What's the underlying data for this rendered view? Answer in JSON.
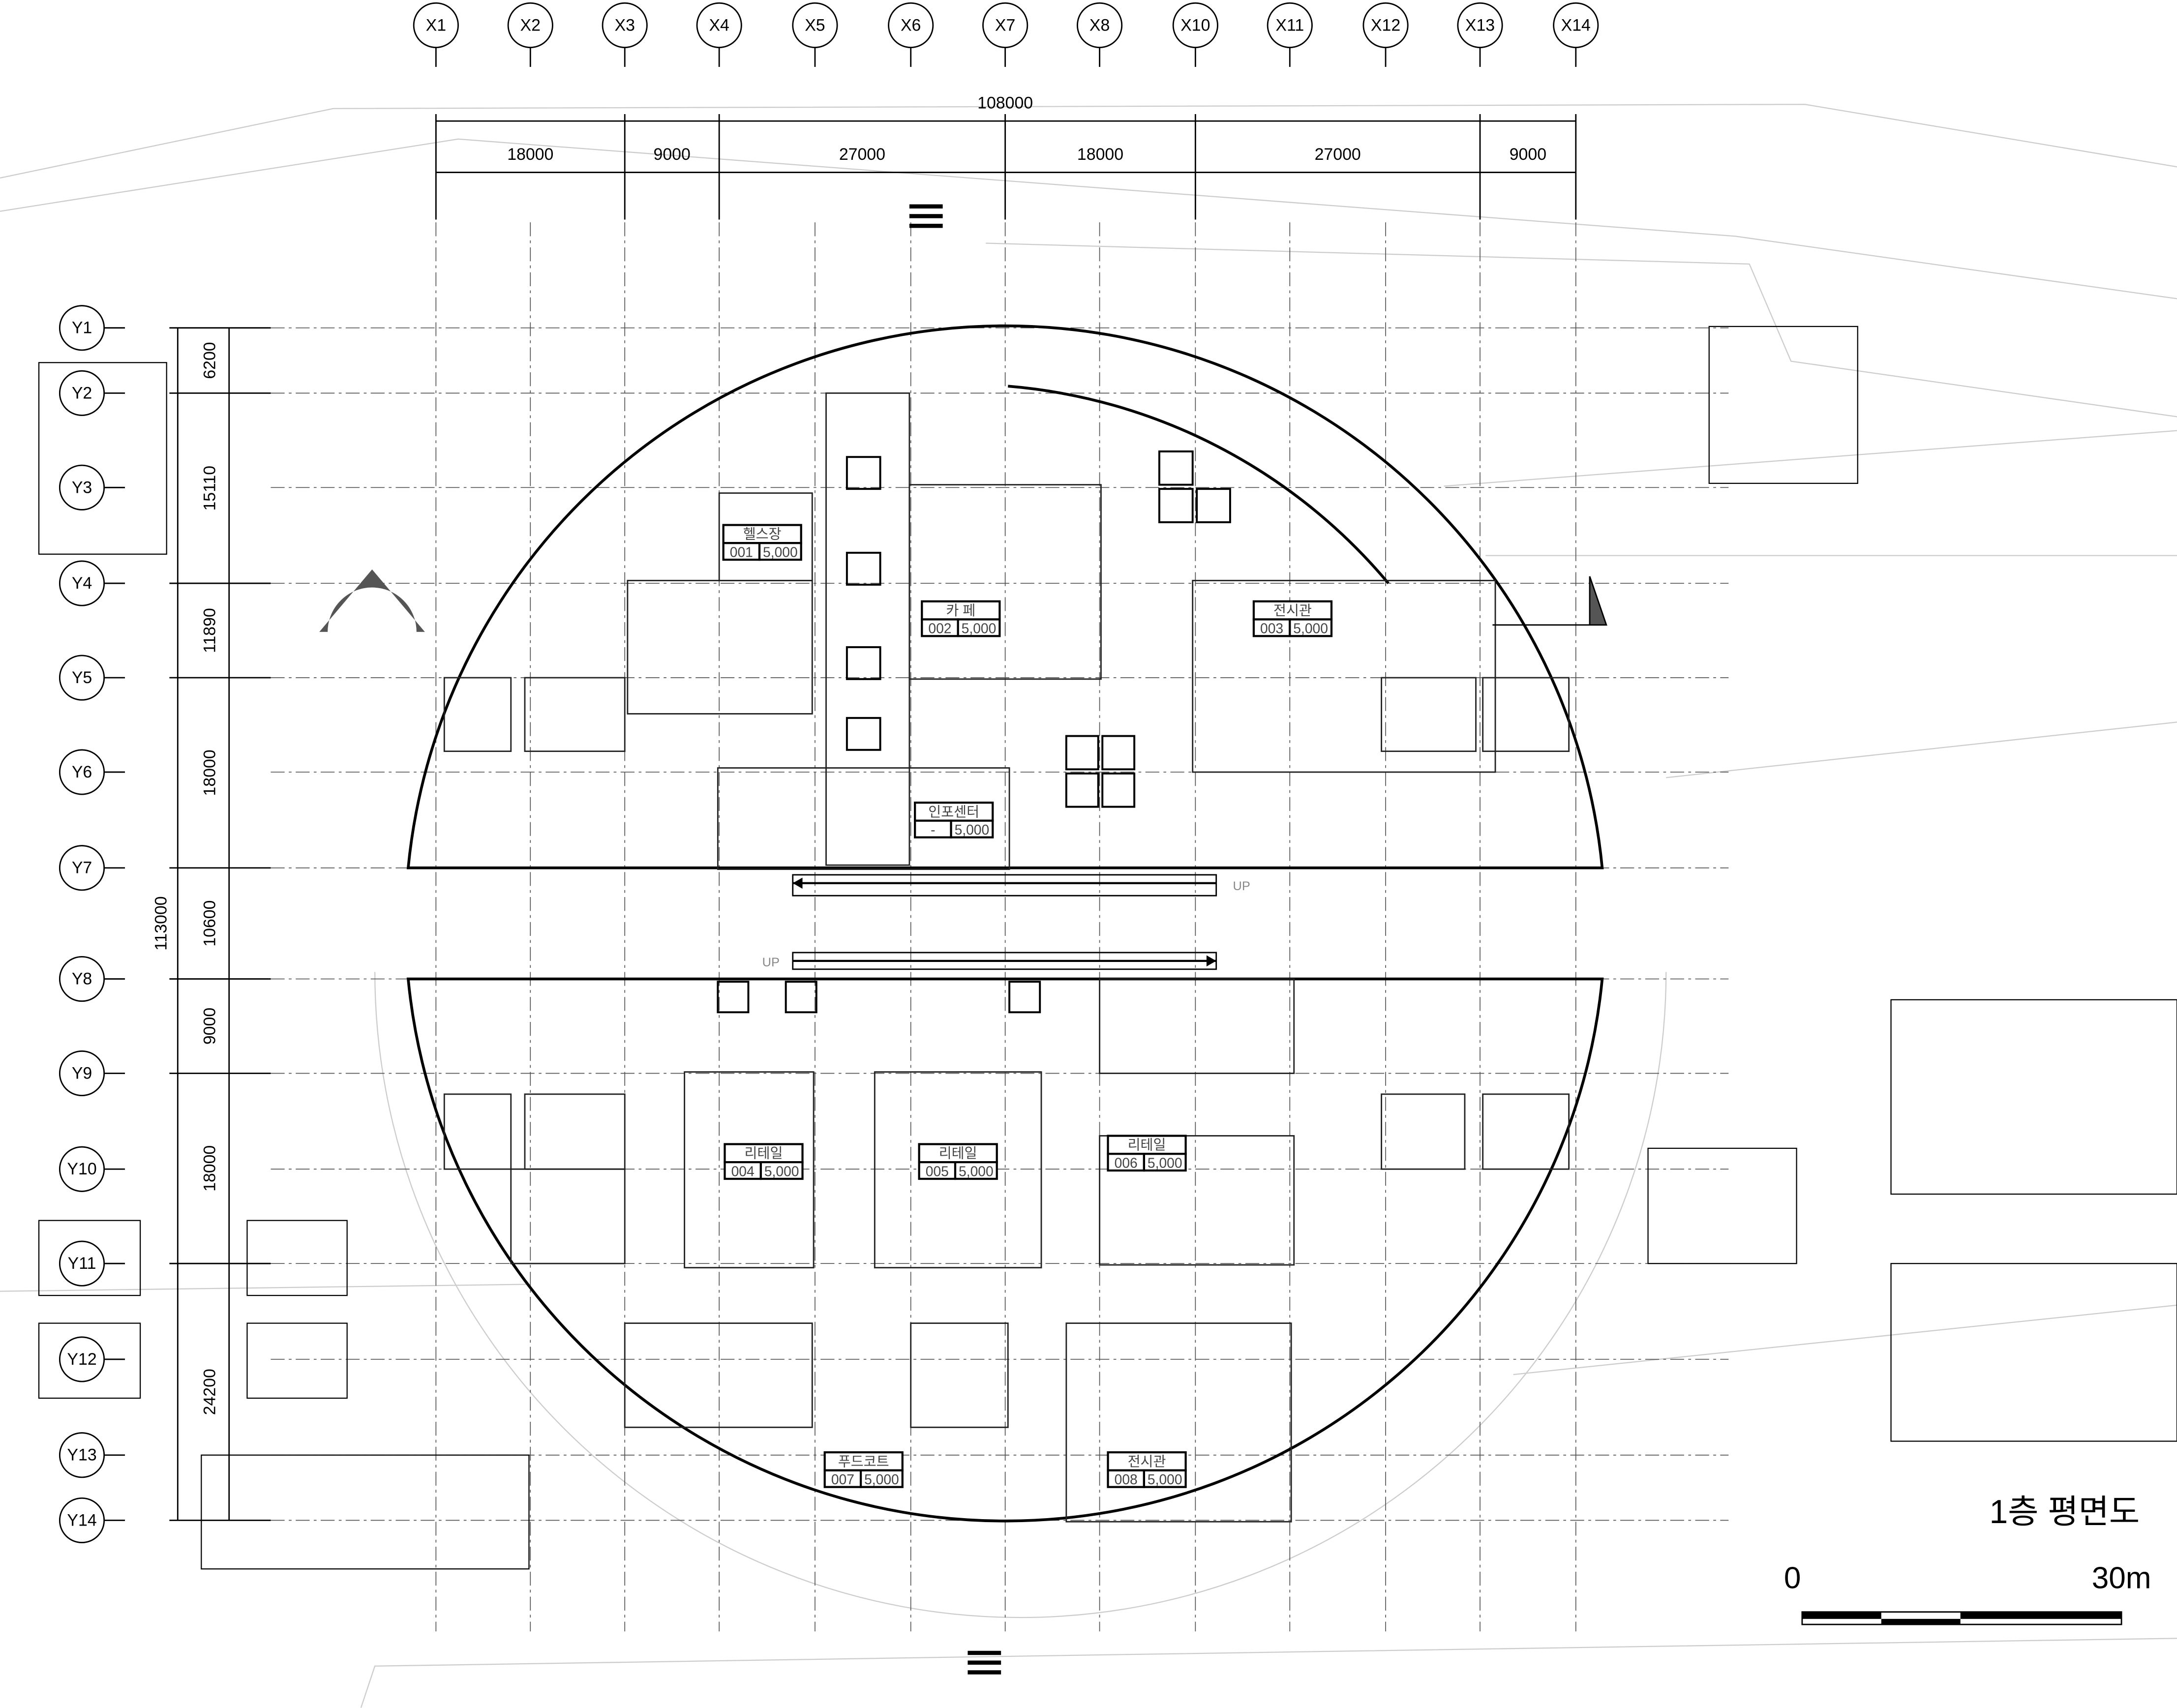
{
  "title": "1층 평면도",
  "scale_bar": {
    "start": "0",
    "end": "30m"
  },
  "grid_x": [
    "X1",
    "X2",
    "X3",
    "X4",
    "X5",
    "X6",
    "X7",
    "X8",
    "X10",
    "X11",
    "X12",
    "X13",
    "X14"
  ],
  "grid_y": [
    "Y1",
    "Y2",
    "Y3",
    "Y4",
    "Y5",
    "Y6",
    "Y7",
    "Y8",
    "Y9",
    "Y10",
    "Y11",
    "Y12",
    "Y13",
    "Y14"
  ],
  "dims_top": {
    "total": "108000",
    "parts": [
      "18000",
      "9000",
      "27000",
      "18000",
      "27000",
      "9000"
    ]
  },
  "dims_left": {
    "total": "113000",
    "parts": [
      "6200",
      "15110",
      "11890",
      "18000",
      "10600",
      "9000",
      "18000",
      "24200"
    ]
  },
  "ramps": {
    "up_top": "UP",
    "up_bottom": "UP"
  },
  "rooms": [
    {
      "name": "헬스장",
      "number": "001",
      "area": "5,000"
    },
    {
      "name": "카 페",
      "number": "002",
      "area": "5,000"
    },
    {
      "name": "전시관",
      "number": "003",
      "area": "5,000"
    },
    {
      "name": "인포센터",
      "number": "-",
      "area": "5,000"
    },
    {
      "name": "리테일",
      "number": "004",
      "area": "5,000"
    },
    {
      "name": "리테일",
      "number": "005",
      "area": "5,000"
    },
    {
      "name": "리테일",
      "number": "006",
      "area": "5,000"
    },
    {
      "name": "푸드코트",
      "number": "007",
      "area": "5,000"
    },
    {
      "name": "전시관",
      "number": "008",
      "area": "5,000"
    }
  ]
}
